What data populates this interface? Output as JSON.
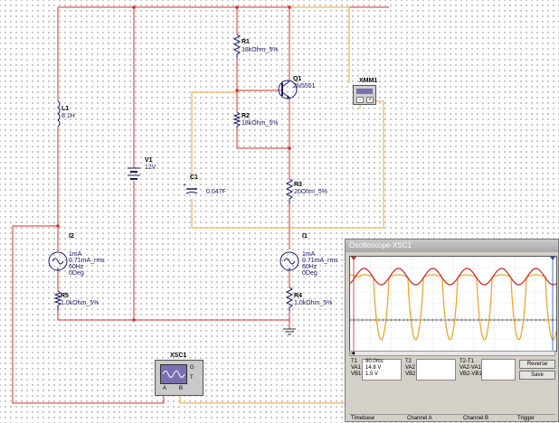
{
  "components": {
    "R1": {
      "ref": "R1",
      "value": "18kOhm_5%"
    },
    "R2": {
      "ref": "R2",
      "value": "18kOhm_5%"
    },
    "R3": {
      "ref": "R3",
      "value": "20Ohm_5%"
    },
    "R4": {
      "ref": "R4",
      "value": "1.0kOhm_5%"
    },
    "R5": {
      "ref": "R5",
      "value": "1.0kOhm_5%"
    },
    "Q1": {
      "ref": "Q1",
      "value": "2N5551"
    },
    "L1": {
      "ref": "L1",
      "value": "8.1H"
    },
    "V1": {
      "ref": "V1",
      "value": "12V"
    },
    "C1": {
      "ref": "C1",
      "value": "0.047F"
    },
    "I1": {
      "ref": "I1",
      "line1": "1mA",
      "line2": "0.71mA_rms",
      "line3": "60Hz",
      "line4": "0Deg"
    },
    "I2": {
      "ref": "I2",
      "line1": "1mA",
      "line2": "0.71mA_rms",
      "line3": "60Hz",
      "line4": "0Deg"
    },
    "XMM1": {
      "ref": "XMM1",
      "term_minus": "-",
      "term_plus": "+"
    },
    "XSC1": {
      "ref": "XSC1",
      "a": "A",
      "b": "B",
      "g": "G",
      "t": "T"
    }
  },
  "oscilloscope": {
    "title": "Oscilloscope-XSC1",
    "readout": {
      "t1": "T1",
      "t2": "T2",
      "t2t1": "T2-T1",
      "va1": "VA1",
      "vb1": "VB1",
      "va2": "VA2",
      "vb2": "VB2",
      "va2va1": "VA2-VA1",
      "vb2vb1": "VB2-VB1",
      "time_val": "90.0ms",
      "va1_val": "14.8 V",
      "vb1_val": "1.5 V"
    },
    "buttons": {
      "reverse": "Reverse",
      "save": "Save"
    },
    "sections": {
      "timebase": "Timebase",
      "channel_a": "Channel A",
      "channel_b": "Channel B",
      "trigger": "Trigger"
    },
    "trace_colors": {
      "channel_a": "#d22020",
      "channel_b": "#f0a020"
    }
  },
  "wire_colors": {
    "red": "#d8302a",
    "orange": "#f2a23a",
    "ground": "#333333"
  }
}
